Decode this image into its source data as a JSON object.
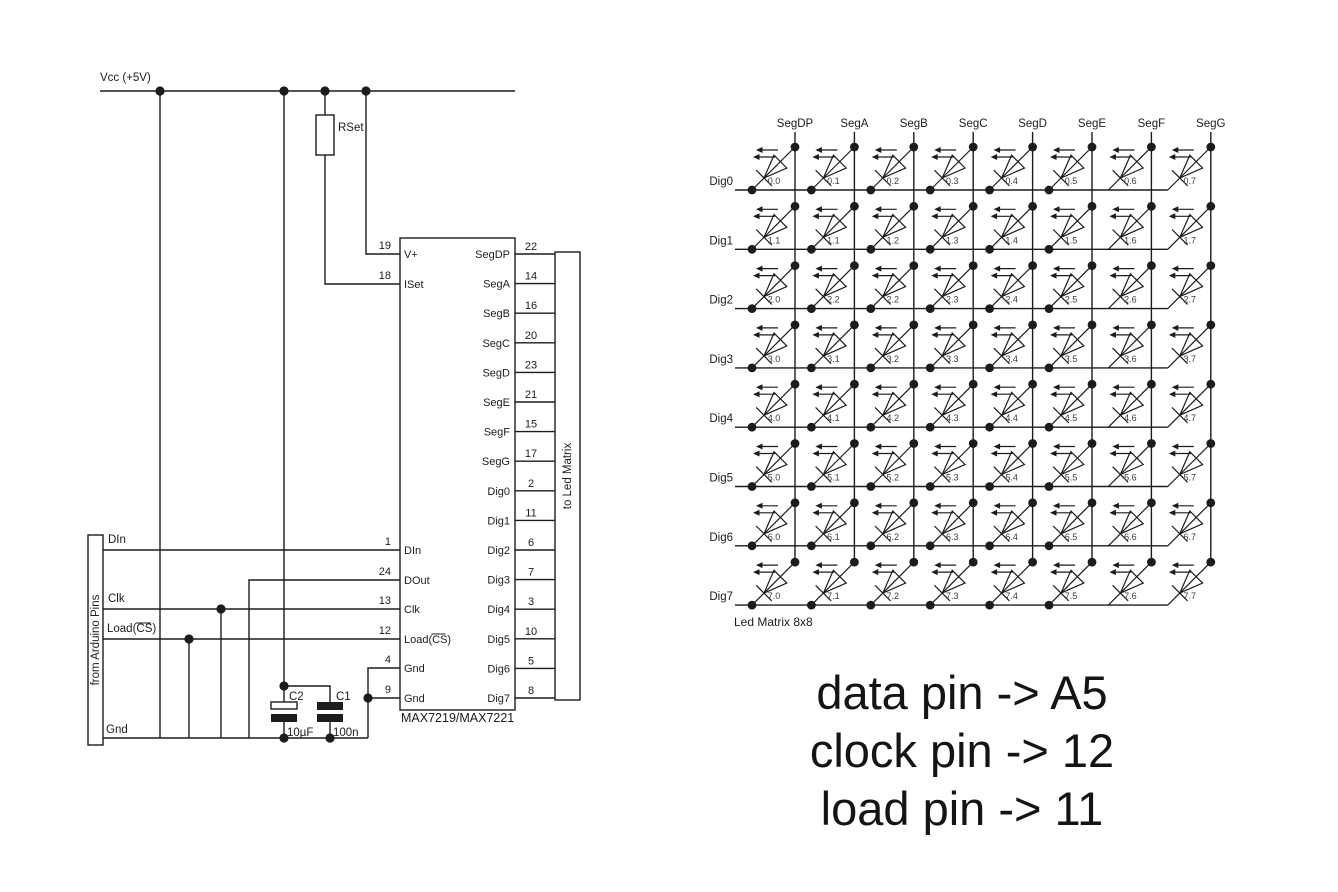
{
  "colors": {
    "ink": "#1c1c1c",
    "background": "#ffffff",
    "cell_label": "#3c3c3c"
  },
  "power": {
    "vcc_label": "Vcc (+5V)"
  },
  "resistor": {
    "label": "RSet"
  },
  "capacitors": {
    "c2": {
      "name": "C2",
      "value": "10µF"
    },
    "c1": {
      "name": "C1",
      "value": "100n"
    }
  },
  "wire_labels": {
    "din": "DIn",
    "clk": "Clk",
    "load": "Load(CS)",
    "load_overline": "CS",
    "gnd": "Gnd"
  },
  "connectors": {
    "arduino": "from Arduino Pins",
    "matrix": "to Led Matrix"
  },
  "chip": {
    "name": "MAX7219/MAX7221",
    "left_pins": [
      {
        "num": "19",
        "name": "V+"
      },
      {
        "num": "18",
        "name": "ISet"
      },
      {
        "num": "1",
        "name": "DIn"
      },
      {
        "num": "24",
        "name": "DOut"
      },
      {
        "num": "13",
        "name": "Clk"
      },
      {
        "num": "12",
        "name": "Load(CS)",
        "overline": "CS"
      },
      {
        "num": "4",
        "name": "Gnd"
      },
      {
        "num": "9",
        "name": "Gnd"
      }
    ],
    "right_pins": [
      {
        "num": "22",
        "name": "SegDP"
      },
      {
        "num": "14",
        "name": "SegA"
      },
      {
        "num": "16",
        "name": "SegB"
      },
      {
        "num": "20",
        "name": "SegC"
      },
      {
        "num": "23",
        "name": "SegD"
      },
      {
        "num": "21",
        "name": "SegE"
      },
      {
        "num": "15",
        "name": "SegF"
      },
      {
        "num": "17",
        "name": "SegG"
      },
      {
        "num": "2",
        "name": "Dig0"
      },
      {
        "num": "11",
        "name": "Dig1"
      },
      {
        "num": "6",
        "name": "Dig2"
      },
      {
        "num": "7",
        "name": "Dig3"
      },
      {
        "num": "3",
        "name": "Dig4"
      },
      {
        "num": "10",
        "name": "Dig5"
      },
      {
        "num": "5",
        "name": "Dig6"
      },
      {
        "num": "8",
        "name": "Dig7"
      }
    ]
  },
  "matrix": {
    "caption": "Led Matrix 8x8",
    "col_headers": [
      "SegDP",
      "SegA",
      "SegB",
      "SegC",
      "SegD",
      "SegE",
      "SegF",
      "SegG"
    ],
    "row_labels": [
      "Dig0",
      "Dig1",
      "Dig2",
      "Dig3",
      "Dig4",
      "Dig5",
      "Dig6",
      "Dig7"
    ],
    "cell_labels": [
      [
        "0.0",
        "0.1",
        "0.2",
        "0.3",
        "0.4",
        "0.5",
        "0.6",
        "0.7"
      ],
      [
        "1.1",
        "1.1",
        "1.2",
        "1.3",
        "1.4",
        "1.5",
        "1.6",
        "1.7"
      ],
      [
        "2.0",
        "2.2",
        "2.2",
        "2.3",
        "2.4",
        "2.5",
        "2.6",
        "2.7"
      ],
      [
        "3.0",
        "3.1",
        "3.2",
        "3.3",
        "3.4",
        "3.5",
        "3.6",
        "3.7"
      ],
      [
        "4.0",
        "4.1",
        "4.2",
        "4.3",
        "4.4",
        "4.5",
        "4.6",
        "4.7"
      ],
      [
        "5.0",
        "5.1",
        "5.2",
        "5.3",
        "5.4",
        "5.5",
        "5.6",
        "5.7"
      ],
      [
        "6.0",
        "6.1",
        "6.2",
        "6.3",
        "6.4",
        "6.5",
        "6.6",
        "6.7"
      ],
      [
        "7.0",
        "7.1",
        "7.2",
        "7.3",
        "7.4",
        "7.5",
        "7.6",
        "7.7"
      ]
    ]
  },
  "notes": {
    "lines": [
      "data pin -> A5",
      "clock pin -> 12",
      "load pin -> 11"
    ]
  }
}
